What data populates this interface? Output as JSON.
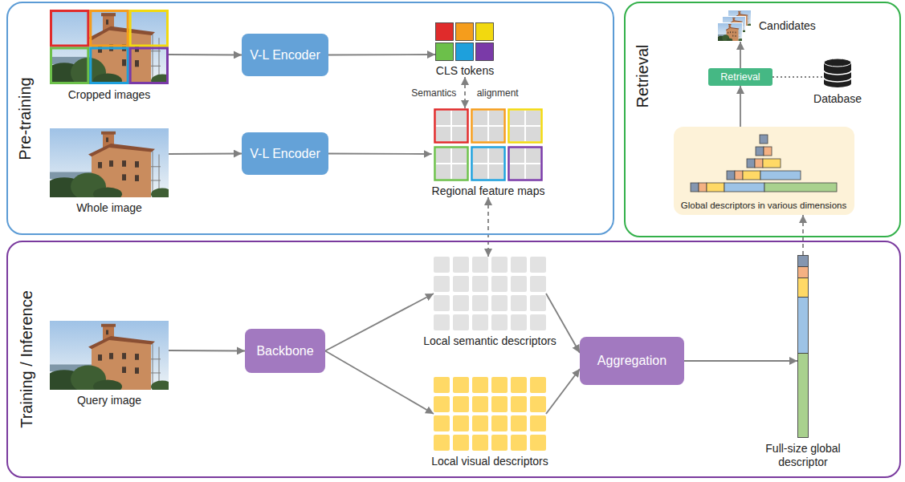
{
  "diagram": {
    "nodes": [
      {
        "text": [
          "Pre-training"
        ]
      },
      {
        "text": [
          "Cropped images"
        ],
        "in": 0
      },
      {
        "text": [
          "Whole image"
        ],
        "in": 0
      },
      {
        "text": [
          "V-L Encoder"
        ],
        "in": 0
      },
      {
        "text": [
          "V-L Encoder"
        ],
        "in": 0
      },
      {
        "text": [
          "CLS tokens"
        ],
        "in": 0
      },
      {
        "text": [
          "Regional feature maps"
        ],
        "in": 0
      },
      {
        "text": [
          "Retrieval"
        ]
      },
      {
        "text": [
          "Candidates"
        ],
        "in": 7
      },
      {
        "text": [
          "Retrieval"
        ],
        "in": 7
      },
      {
        "text": [
          "Database"
        ],
        "in": 7
      },
      {
        "text": [
          "Global descriptors in various dimensions"
        ],
        "in": 7
      },
      {
        "text": [
          "Training / Inference"
        ]
      },
      {
        "text": [
          "Query image"
        ],
        "in": 12
      },
      {
        "text": [
          "Backbone"
        ],
        "in": 12
      },
      {
        "text": [
          "Local semantic descriptors"
        ],
        "in": 12
      },
      {
        "text": [
          "Local visual descriptors"
        ],
        "in": 12
      },
      {
        "text": [
          "Aggregation"
        ],
        "in": 12
      },
      {
        "text": [
          "Full-size global descriptor"
        ],
        "in": 12
      }
    ],
    "edges": [
      {
        "from": 1,
        "to": 3,
        "arrow": "to"
      },
      {
        "from": 3,
        "to": 5,
        "arrow": "to"
      },
      {
        "from": 2,
        "to": 4,
        "arrow": "to"
      },
      {
        "from": 4,
        "to": 6,
        "arrow": "to"
      },
      {
        "from": 5,
        "to": 6,
        "label": "Semantics alignment",
        "arrow": "both"
      },
      {
        "from": 6,
        "to": 15,
        "arrow": "both"
      },
      {
        "from": 13,
        "to": 14,
        "arrow": "to"
      },
      {
        "from": 14,
        "to": 15,
        "arrow": "to"
      },
      {
        "from": 14,
        "to": 16,
        "arrow": "to"
      },
      {
        "from": 15,
        "to": 17,
        "arrow": "to"
      },
      {
        "from": 16,
        "to": 17,
        "arrow": "to"
      },
      {
        "from": 17,
        "to": 18,
        "arrow": "to"
      },
      {
        "from": 18,
        "to": 11,
        "arrow": "to"
      },
      {
        "from": 11,
        "to": 9,
        "arrow": "to"
      },
      {
        "from": 9,
        "to": 8,
        "arrow": "to"
      },
      {
        "from": 9,
        "to": 10,
        "arrow": "none"
      }
    ]
  }
}
